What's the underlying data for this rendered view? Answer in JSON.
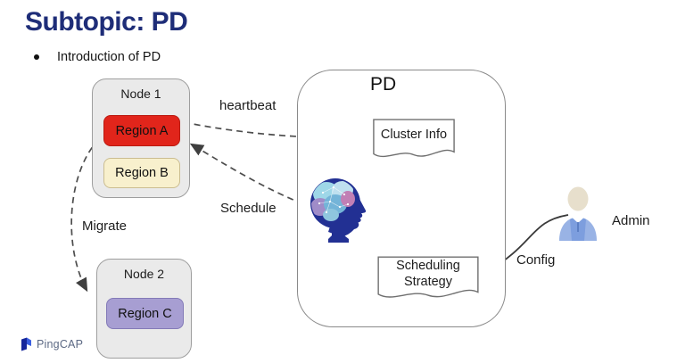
{
  "header": {
    "title": "Subtopic: PD",
    "bullet": "Introduction of PD"
  },
  "diagram": {
    "node1": {
      "title": "Node 1",
      "regions": [
        {
          "label": "Region A",
          "color": "#e1251b"
        },
        {
          "label": "Region B",
          "color": "#f8f0cd"
        }
      ]
    },
    "node2": {
      "title": "Node 2",
      "regions": [
        {
          "label": "Region C",
          "color": "#a79ed2"
        }
      ]
    },
    "pd_group": {
      "title": "PD",
      "cluster_info": "Cluster Info",
      "scheduling_strategy": "Scheduling Strategy"
    },
    "edges": {
      "heartbeat": "heartbeat",
      "schedule": "Schedule",
      "migrate": "Migrate",
      "config": "Config"
    },
    "admin_label": "Admin"
  },
  "footer": {
    "brand": "PingCAP"
  },
  "colors": {
    "title_navy": "#1e2d78",
    "region_a_red": "#e1251b",
    "region_b_cream": "#f8f0cd",
    "region_c_purple": "#a79ed2",
    "node_gray": "#eaeaea",
    "arrow_gray": "#454545",
    "head_navy": "#223093",
    "admin_blue": "#7d9ede",
    "brand_blue": "#2b4bd0"
  }
}
